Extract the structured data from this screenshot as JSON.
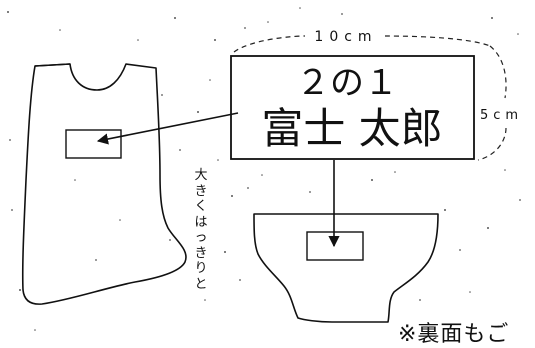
{
  "dimension_width": "10cm",
  "dimension_height": "5cm",
  "name_tag": {
    "line1": "２の１",
    "line2": "富士 太郎"
  },
  "instruction": "大きくはっきりと",
  "footnote": "※裏面もご"
}
